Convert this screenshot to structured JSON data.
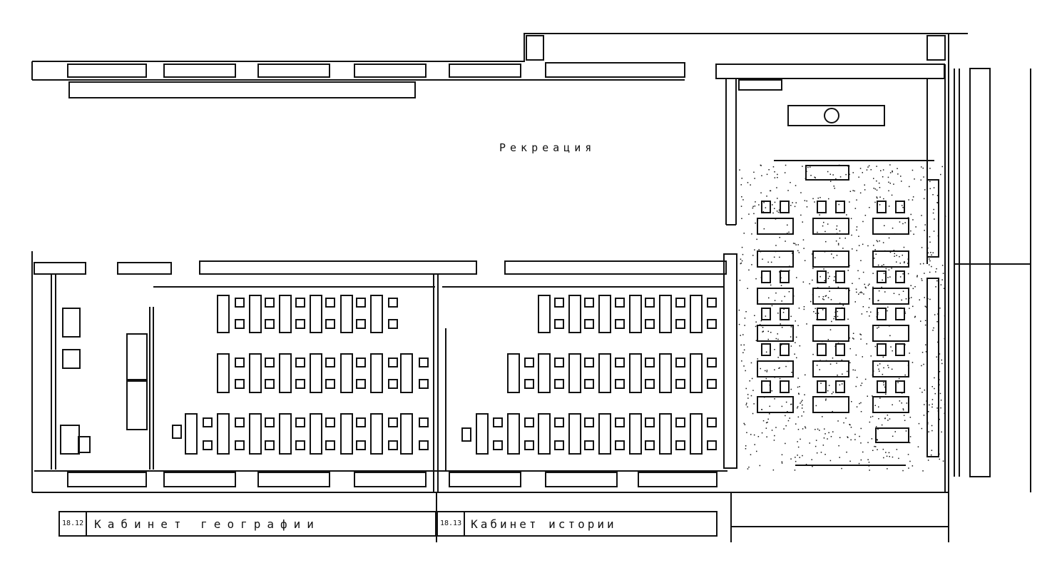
{
  "labels": {
    "recreation": "Рекреация",
    "geography_room": "Кабинет   географии",
    "history_room": "Кабинет истории",
    "geography_code": "18.12",
    "history_code": "18.13"
  },
  "colors": {
    "ink": "#111111",
    "paper": "#ffffff"
  }
}
